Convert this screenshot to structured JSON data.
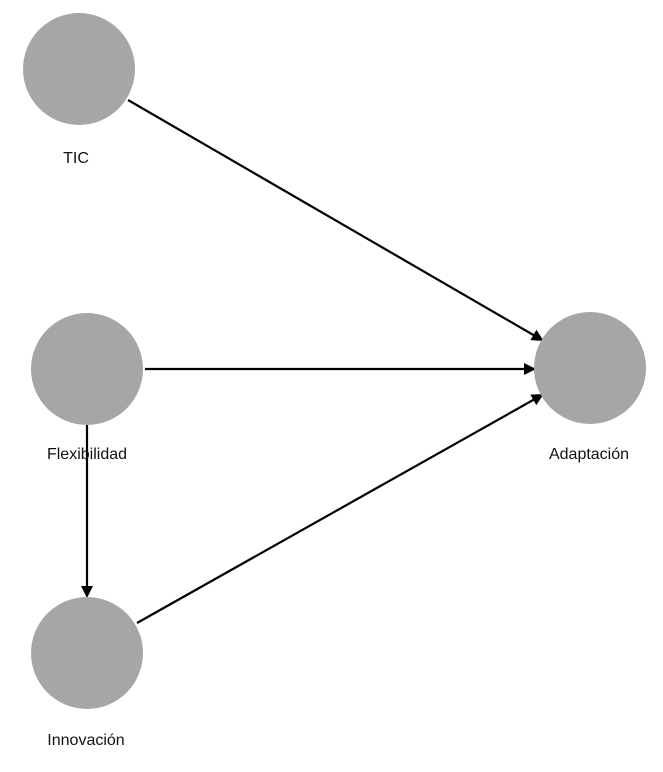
{
  "diagram": {
    "nodes": {
      "tic": {
        "label": "TIC"
      },
      "flexibilidad": {
        "label": "Flexibilidad"
      },
      "innovacion": {
        "label": "Innovación"
      },
      "adaptacion": {
        "label": "Adaptación"
      }
    },
    "edges": [
      {
        "from": "TIC",
        "to": "Adaptación"
      },
      {
        "from": "Flexibilidad",
        "to": "Adaptación"
      },
      {
        "from": "Flexibilidad",
        "to": "Innovación"
      },
      {
        "from": "Innovación",
        "to": "Adaptación"
      }
    ],
    "colors": {
      "node_fill": "#a6a6a6",
      "edge_stroke": "#000000",
      "background": "#ffffff"
    }
  }
}
